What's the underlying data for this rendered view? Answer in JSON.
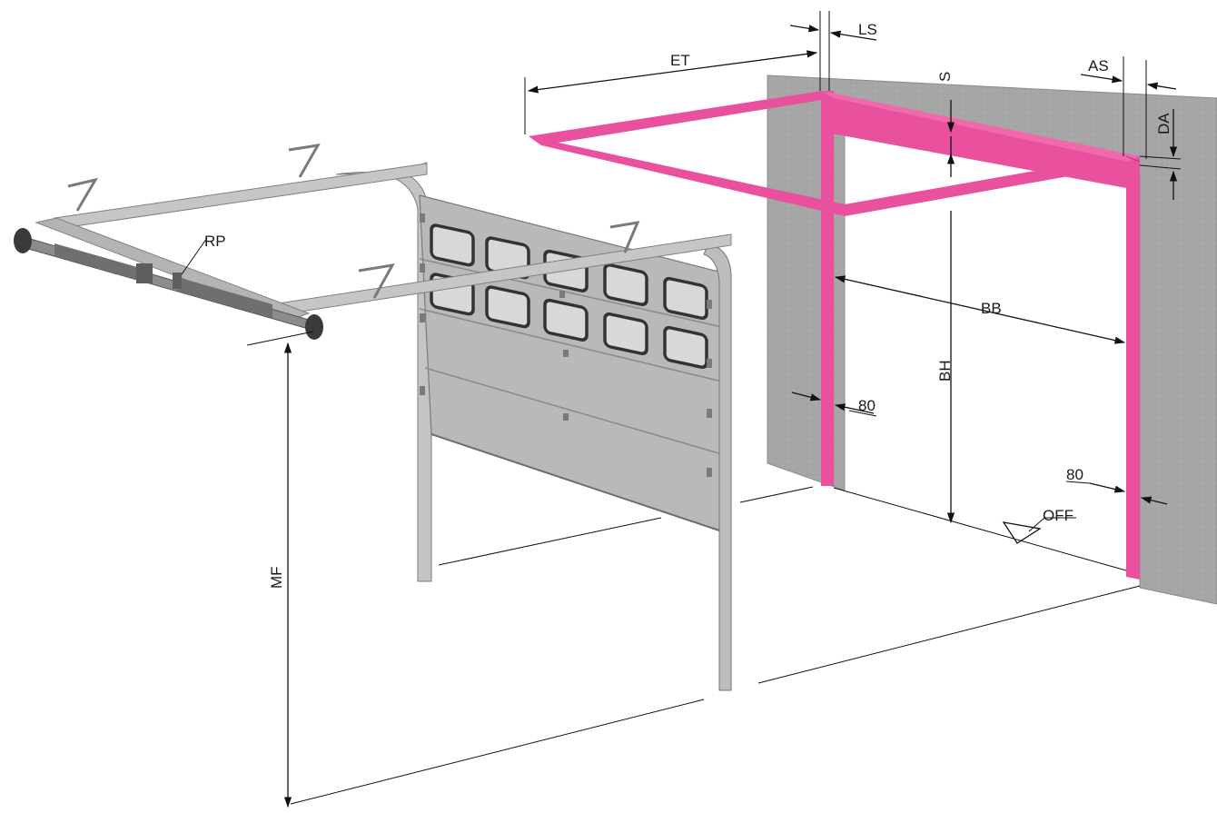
{
  "labels": {
    "et": "ET",
    "ls": "LS",
    "s": "S",
    "as": "AS",
    "da": "DA",
    "bb": "BB",
    "bh": "BH",
    "off": "OFF",
    "rp": "RP",
    "mf": "MF",
    "jamb_left": "80",
    "jamb_right": "80"
  },
  "colors": {
    "frame": "#e9519e",
    "wall": "#a9a9a9",
    "door": "#b8b8b8",
    "rail": "#c6c6c6"
  }
}
